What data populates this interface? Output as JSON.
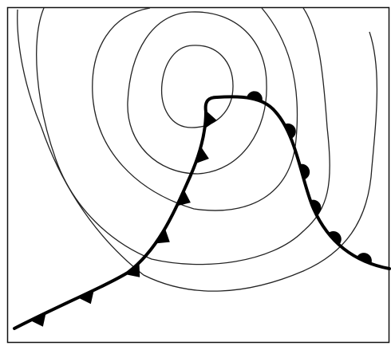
{
  "map": {
    "colors": {
      "background": "#ffffff",
      "isobar": "#222222",
      "front": "#000000",
      "border": "#111111"
    },
    "features": {
      "isobars": [
        "isobar-1",
        "isobar-2",
        "isobar-3",
        "isobar-4",
        "isobar-5"
      ],
      "cold_front": {
        "symbol": "triangle",
        "count": 7
      },
      "warm_front": {
        "symbol": "semicircle",
        "count": 6
      }
    }
  }
}
